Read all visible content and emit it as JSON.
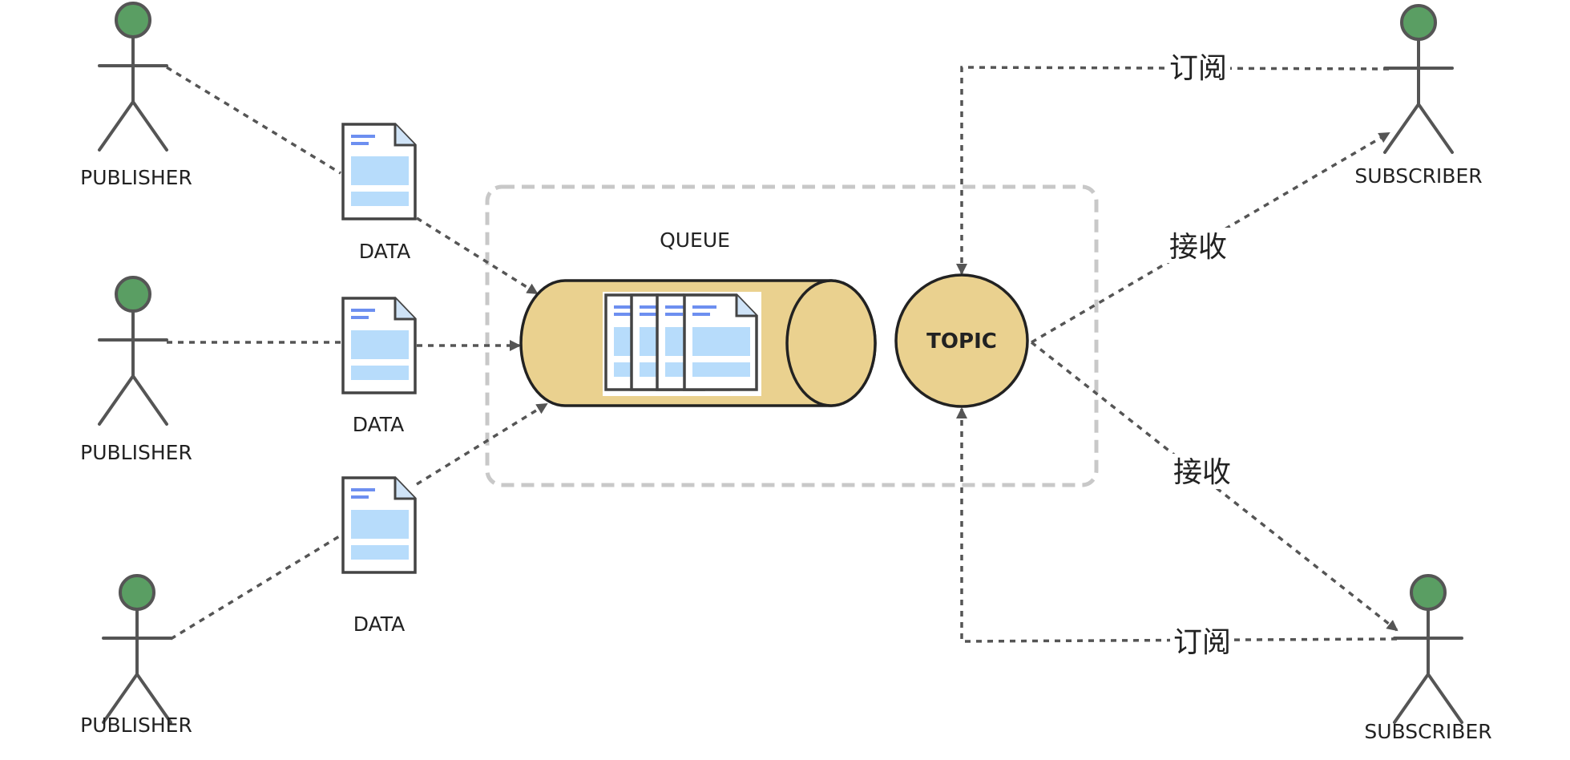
{
  "colors": {
    "actor_head": "#5a9e63",
    "queue_fill": "#ead18f",
    "doc_fill": "#b7dcfb",
    "doc_stripe": "#6d8ff0",
    "group_border": "#c8c8c8",
    "edge": "#555555"
  },
  "publishers": [
    {
      "label": "PUBLISHER"
    },
    {
      "label": "PUBLISHER"
    },
    {
      "label": "PUBLISHER"
    }
  ],
  "data_docs": [
    {
      "label": "DATA"
    },
    {
      "label": "DATA"
    },
    {
      "label": "DATA"
    }
  ],
  "queue": {
    "label": "QUEUE"
  },
  "topic": {
    "label": "TOPIC"
  },
  "subscribers": [
    {
      "label": "SUBSCRIBER"
    },
    {
      "label": "SUBSCRIBER"
    }
  ],
  "edges": {
    "subscribe_top": "订阅",
    "receive_top": "接收",
    "receive_bottom": "接收",
    "subscribe_bottom": "订阅"
  },
  "icons": [
    "actor-icon",
    "document-icon",
    "queue-cylinder",
    "topic-circle",
    "arrow-head"
  ]
}
